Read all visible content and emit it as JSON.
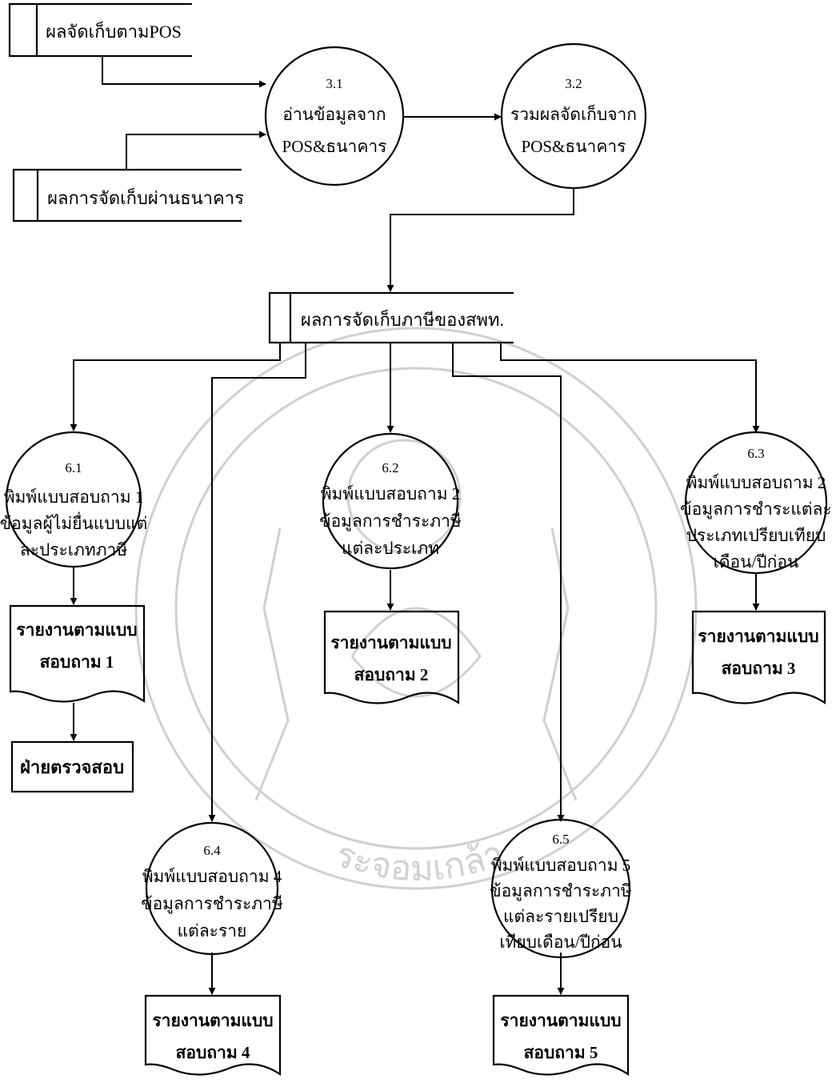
{
  "data_stores": {
    "pos": "ผลจัดเก็บตามPOS",
    "bank": "ผลการจัดเก็บผ่านธนาคาร",
    "tax": "ผลการจัดเก็บภาษีของสพท."
  },
  "processes": {
    "p3_1": {
      "id": "3.1",
      "lines": [
        "อ่านข้อมูลจาก",
        "POS&ธนาคาร"
      ]
    },
    "p3_2": {
      "id": "3.2",
      "lines": [
        "รวมผลจัดเก็บจาก",
        "POS&ธนาคาร"
      ]
    },
    "p6_1": {
      "id": "6.1",
      "lines": [
        "พิมพ์แบบสอบถาม 1",
        "ข้อมูลผู้ไม่ยื่นแบบแต่",
        "ละประเภทภาษี"
      ]
    },
    "p6_2": {
      "id": "6.2",
      "lines": [
        "พิมพ์แบบสอบถาม 2",
        "ข้อมูลการชำระภาษี",
        "แต่ละประเภท"
      ]
    },
    "p6_3": {
      "id": "6.3",
      "lines": [
        "พิมพ์แบบสอบถาม 2",
        "ข้อมูลการชำระแต่ละ",
        "ประเภทเปรียบเทียบ",
        "เดือน/ปีก่อน"
      ]
    },
    "p6_4": {
      "id": "6.4",
      "lines": [
        "พิมพ์แบบสอบถาม 4",
        "ข้อมูลการชำระภาษี",
        "แต่ละราย"
      ]
    },
    "p6_5": {
      "id": "6.5",
      "lines": [
        "พิมพ์แบบสอบถาม 5",
        "ข้อมูลการชำระภาษี",
        "แต่ละรายเปรียบ",
        "เทียบเดือน/ปีก่อน"
      ]
    }
  },
  "documents": {
    "d1": [
      "รายงานตามแบบ",
      "สอบถาม 1"
    ],
    "d2": [
      "รายงานตามแบบ",
      "สอบถาม 2"
    ],
    "d3": [
      "รายงานตามแบบ",
      "สอบถาม 3"
    ],
    "d4": [
      "รายงานตามแบบ",
      "สอบถาม 4"
    ],
    "d5": [
      "รายงานตามแบบ",
      "สอบถาม 5"
    ]
  },
  "entity": {
    "audit": "ฝ่ายตรวจสอบ"
  },
  "watermark": {
    "text": "ระจอมเกล้า"
  }
}
